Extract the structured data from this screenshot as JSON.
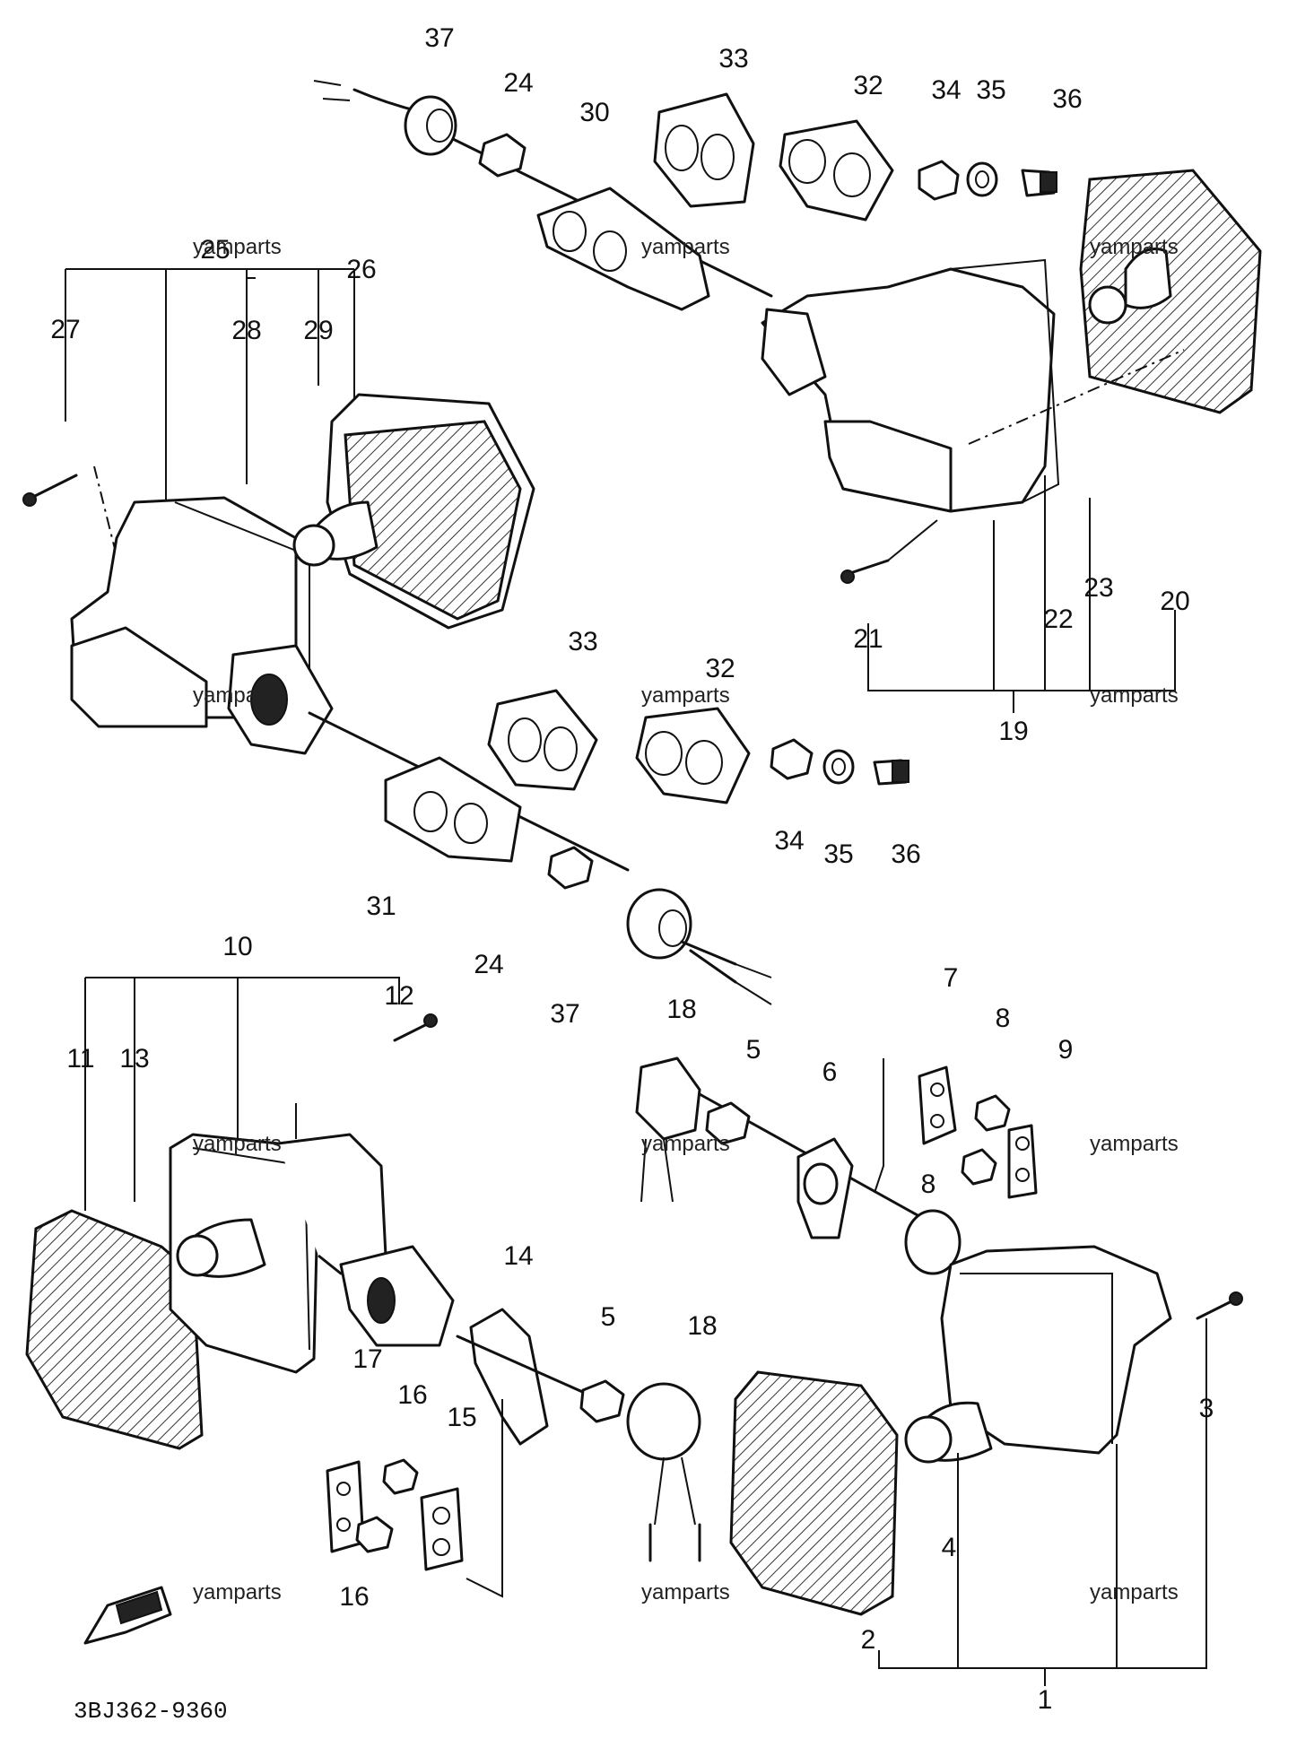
{
  "diagram_code": "3BJ362-9360",
  "watermark": "yamparts",
  "callouts": {
    "c1": "1",
    "c2": "2",
    "c3": "3",
    "c4": "4",
    "c5a": "5",
    "c5b": "5",
    "c6": "6",
    "c7": "7",
    "c8a": "8",
    "c8b": "8",
    "c9": "9",
    "c10": "10",
    "c11": "11",
    "c12": "12",
    "c13": "13",
    "c14": "14",
    "c15": "15",
    "c16a": "16",
    "c16b": "16",
    "c17": "17",
    "c18a": "18",
    "c18b": "18",
    "c19": "19",
    "c20": "20",
    "c21": "21",
    "c22": "22",
    "c23": "23",
    "c24a": "24",
    "c24b": "24",
    "c25": "25",
    "c26": "26",
    "c27": "27",
    "c28": "28",
    "c29": "29",
    "c30": "30",
    "c31": "31",
    "c32a": "32",
    "c32b": "32",
    "c33a": "33",
    "c33b": "33",
    "c34a": "34",
    "c34b": "34",
    "c35a": "35",
    "c35b": "35",
    "c36a": "36",
    "c36b": "36",
    "c37a": "37",
    "c37b": "37"
  },
  "icons": {
    "front_arrow": "fwd-arrow-icon"
  }
}
